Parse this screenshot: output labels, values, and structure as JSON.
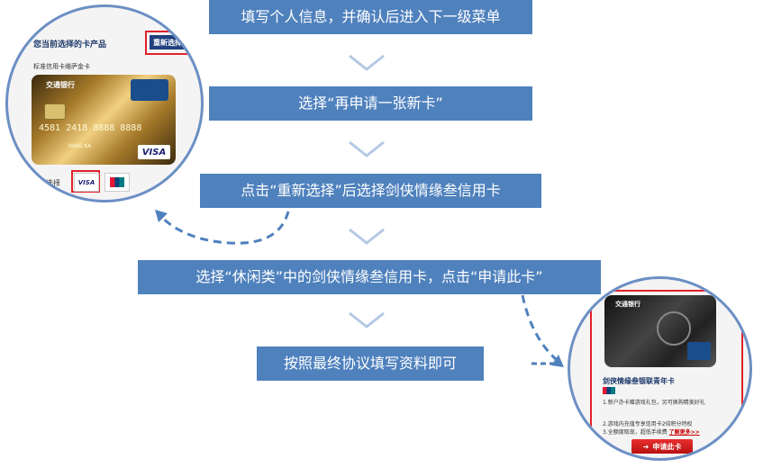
{
  "steps": [
    {
      "label": "填写个人信息，并确认后进入下一级菜单"
    },
    {
      "label": "选择“再申请一张新卡”"
    },
    {
      "label": "点击“重新选择”后选择剑侠情缘叁信用卡"
    },
    {
      "label": "选择“休闲类”中的剑侠情缘叁信用卡，点击“申请此卡”"
    },
    {
      "label": "按照最终协议填写资料即可"
    }
  ],
  "left_zoom": {
    "header": "您当前选择的卡产品",
    "reselect_button": "重新选择",
    "card_name": "标准信用卡维萨金卡",
    "card_number": "4581 2418 8888 8888",
    "card_holder": "YANG KA",
    "card_bank": "交通银行",
    "org_label": "卡组织选择",
    "visa": "VISA",
    "unionpay": "UnionPay"
  },
  "right_zoom": {
    "bank": "交通银行",
    "card_title": "剑侠情缘叁银联青年卡",
    "benefit1": "1.新户办卡赠游戏礼包，另可换购精美好礼",
    "benefit2": "2.游戏内充值专享信用卡2倍积分特权",
    "benefit3": "3.全额度取现，超低手续费",
    "more_link": "了解更多>>",
    "apply_button": "申请此卡"
  },
  "colors": {
    "step_bg": "#4f81bd",
    "chevron": "#b5c8e5",
    "circle_border": "#6c8fc4",
    "highlight": "#e0212a"
  }
}
